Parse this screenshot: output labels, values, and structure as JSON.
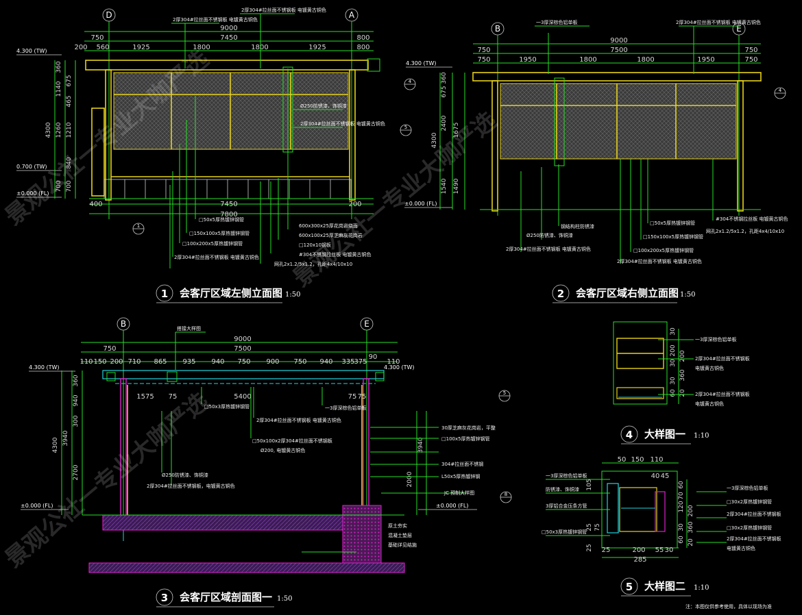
{
  "titles": {
    "t1": {
      "num": "1",
      "text": "会客厅区域左侧立面图",
      "scale": "1:50"
    },
    "t2": {
      "num": "2",
      "text": "会客厅区域右侧立面图",
      "scale": "1:50"
    },
    "t3": {
      "num": "3",
      "text": "会客厅区域剖面图一",
      "scale": "1:50"
    },
    "t4": {
      "num": "4",
      "text": "大样图一",
      "scale": "1:10"
    },
    "t5": {
      "num": "5",
      "text": "大样图二",
      "scale": "1:10"
    }
  },
  "axes": {
    "D": "D",
    "A": "A",
    "B": "B",
    "E": "E"
  },
  "levels": {
    "l4300": "4.300 (TW)",
    "l0700": "0.700 (TW)",
    "l0000": "±0.000 (FL)"
  },
  "view1": {
    "top_total": "9000",
    "top_mid": "7450",
    "top_750": "750",
    "top_800": "800",
    "top_segments": [
      "200",
      "560",
      "1925",
      "1800",
      "1800",
      "1925",
      "800"
    ],
    "bottom_total": "7800",
    "bottom_mid": "7450",
    "bottom_left": "400",
    "bottom_right": "200",
    "left_dims": [
      "360",
      "1140",
      "675",
      "465",
      "1260",
      "1210",
      "840",
      "700",
      "700"
    ],
    "left_total": "4300",
    "notes": [
      "2厚304#拉丝面不锈钢板 电镀黄古铜色",
      "2厚304#拉丝面不锈钢板 电镀黄古铜色",
      "Ø250防锈漆、饰铜漆",
      "2厚304#拉丝面不锈钢板 电镀黄古铜色",
      "□50x5厚热镀锌钢管",
      "□150x100x5厚热镀锌钢管",
      "□100x200x5厚热镀锌钢管",
      "2厚304#拉丝面不锈钢板 电镀黄古铜色",
      "600x300x25厚花岗岩烧面",
      "600x100x25厚芝麻灰花岗岩",
      "□120x10钢板",
      "#304不锈钢拉丝板 电镀黄古铜色",
      "网孔2x1.2/5x1.2，孔距4x4/10x10"
    ],
    "markers": [
      "4",
      "5",
      "1"
    ]
  },
  "view2": {
    "top_total": "9000",
    "top_mid": "7500",
    "top_750_left": "750",
    "top_750_right": "750",
    "top_segments": [
      "750",
      "1950",
      "1800",
      "1800",
      "1950",
      "750"
    ],
    "left_dims": [
      "360",
      "675",
      "2400",
      "1675",
      "4300",
      "1540",
      "1490"
    ],
    "notes": [
      "一3厚深棕色铝单板",
      "2厚304#拉丝面不锈钢板 电镀黄古铜色",
      "钢结构柱防锈漆",
      "Ø250防锈漆、饰铜漆",
      "2厚304#拉丝面不锈钢板 电镀黄古铜色",
      "□50x5厚热镀锌钢管",
      "□150x100x5厚热镀锌钢管",
      "□100x200x5厚热镀锌钢管",
      "2厚304#拉丝面不锈钢板 电镀黄古铜色",
      "#304不锈钢拉丝板 电镀黄古铜色",
      "网孔2x1.2/5x1.2，孔距4x4/10x10"
    ],
    "markers": [
      "4"
    ]
  },
  "view3": {
    "top_total": "9000",
    "top_mid": "7500",
    "top_750": "750",
    "top_segments": [
      "110",
      "150",
      "200",
      "710",
      "865",
      "935",
      "940",
      "750",
      "900",
      "750",
      "940",
      "335",
      "375",
      "90",
      "110"
    ],
    "inner": [
      "1575",
      "75",
      "5400",
      "75",
      "75"
    ],
    "left_dims": [
      "360",
      "940",
      "300",
      "3940",
      "2700",
      "4300"
    ],
    "right_dims": [
      "3940",
      "2000"
    ],
    "notes": [
      "搭接大样图",
      "□50x3厚热镀锌钢管",
      "2厚304#拉丝面不锈钢板 电镀黄古铜色",
      "□50x100x2厚304#拉丝面不锈钢板",
      "Ø200, 电镀黄古铜色",
      "一3厚深棕色铝单板",
      "Ø250防锈漆、饰铜漆",
      "2厚304#拉丝面不锈钢板，电镀黄古铜色",
      "30厚芝麻灰花岗岩，平整",
      "□100x5厚热镀锌钢管",
      "304#拉丝面不锈钢",
      "L50x5厚热镀锌钢",
      "JC 预制大样图",
      "原土夯实",
      "混凝土垫层",
      "基础详见结施"
    ],
    "markers": [
      "5",
      "8"
    ]
  },
  "view4": {
    "dims": [
      "30",
      "200",
      "30",
      "200",
      "360",
      "30",
      "60",
      "20"
    ],
    "notes": [
      "一3厚深棕色铝单板",
      "2厚304#拉丝面不锈钢板",
      "电镀黄古铜色",
      "2厚304#拉丝面不锈钢板",
      "电镀黄古铜色"
    ]
  },
  "view5": {
    "top_dims": [
      "50",
      "150",
      "110",
      "40",
      "45"
    ],
    "bottom_dims": [
      "25",
      "200",
      "55",
      "30",
      "285"
    ],
    "left_dims": [
      "105",
      "25",
      "75",
      "25"
    ],
    "right_dims": [
      "60",
      "70",
      "120",
      "200",
      "360",
      "30",
      "60",
      "20"
    ],
    "notes": [
      "一3厚深棕色铝单板",
      "防锈漆、饰铜漆",
      "3厚铝合金压条方管",
      "□50x3厚热镀锌钢管",
      "一3厚深棕色铝单板",
      "□30x2厚热镀锌钢管",
      "2厚304#拉丝面不锈钢板",
      "□30x2厚热镀锌钢管",
      "2厚304#拉丝面不锈钢板",
      "电镀黄古铜色"
    ],
    "footnote": "注：本图仅供参考使用，具体以现场为准"
  },
  "watermarks": [
    "景观公社一专业大咖严选",
    "景观公社一专业大咖严选",
    "景观公社一专业大咖严选"
  ],
  "colors": {
    "line_green": "#26e026",
    "line_yellow": "#e8d21a",
    "line_cyan": "#1fd6e0",
    "line_magenta": "#e020d0",
    "background": "#000000"
  }
}
